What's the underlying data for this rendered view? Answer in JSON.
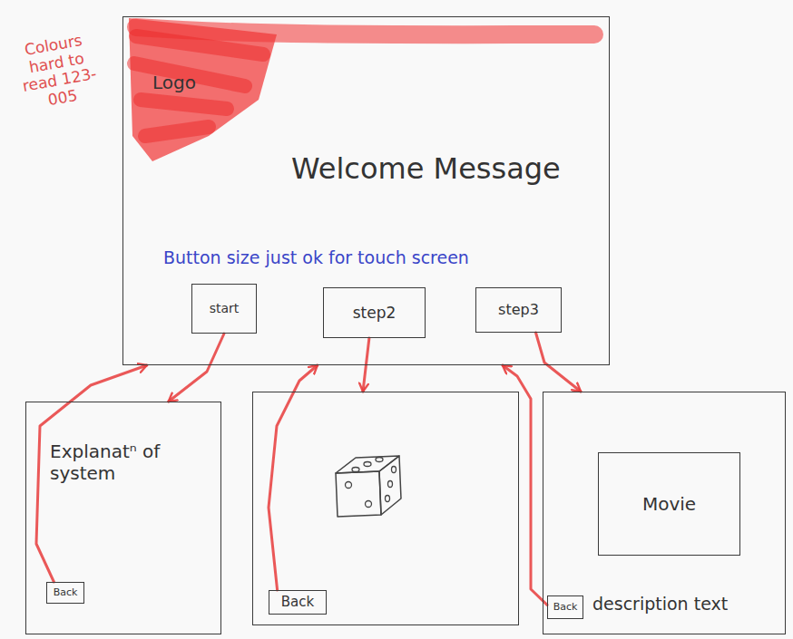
{
  "diagram": {
    "nodes": [
      {
        "text": [
          "Logo",
          "Welcome Message"
        ]
      },
      {
        "text": [
          "start"
        ],
        "in": 0
      },
      {
        "text": [
          "step2"
        ],
        "in": 0
      },
      {
        "text": [
          "step3"
        ],
        "in": 0
      },
      {
        "text": [
          "Explanatⁿ of system"
        ]
      },
      {
        "text": [
          "Back"
        ],
        "in": 4
      },
      {
        "text": []
      },
      {
        "text": [
          "Back"
        ],
        "in": 6
      },
      {
        "text": [
          "description text"
        ]
      },
      {
        "text": [
          "Movie"
        ],
        "in": 8
      },
      {
        "text": [
          "Back"
        ],
        "in": 8
      }
    ],
    "edges": [
      {
        "from": 1,
        "to": 4,
        "arrow": "to"
      },
      {
        "from": 5,
        "to": 0,
        "arrow": "to"
      },
      {
        "from": 2,
        "to": 6,
        "arrow": "to"
      },
      {
        "from": 7,
        "to": 0,
        "arrow": "to"
      },
      {
        "from": 3,
        "to": 8,
        "arrow": "to"
      },
      {
        "from": 10,
        "to": 0,
        "arrow": "to"
      }
    ],
    "labels": [
      "Colours hard to read 123-005",
      "Button size just ok for touch screen"
    ]
  }
}
